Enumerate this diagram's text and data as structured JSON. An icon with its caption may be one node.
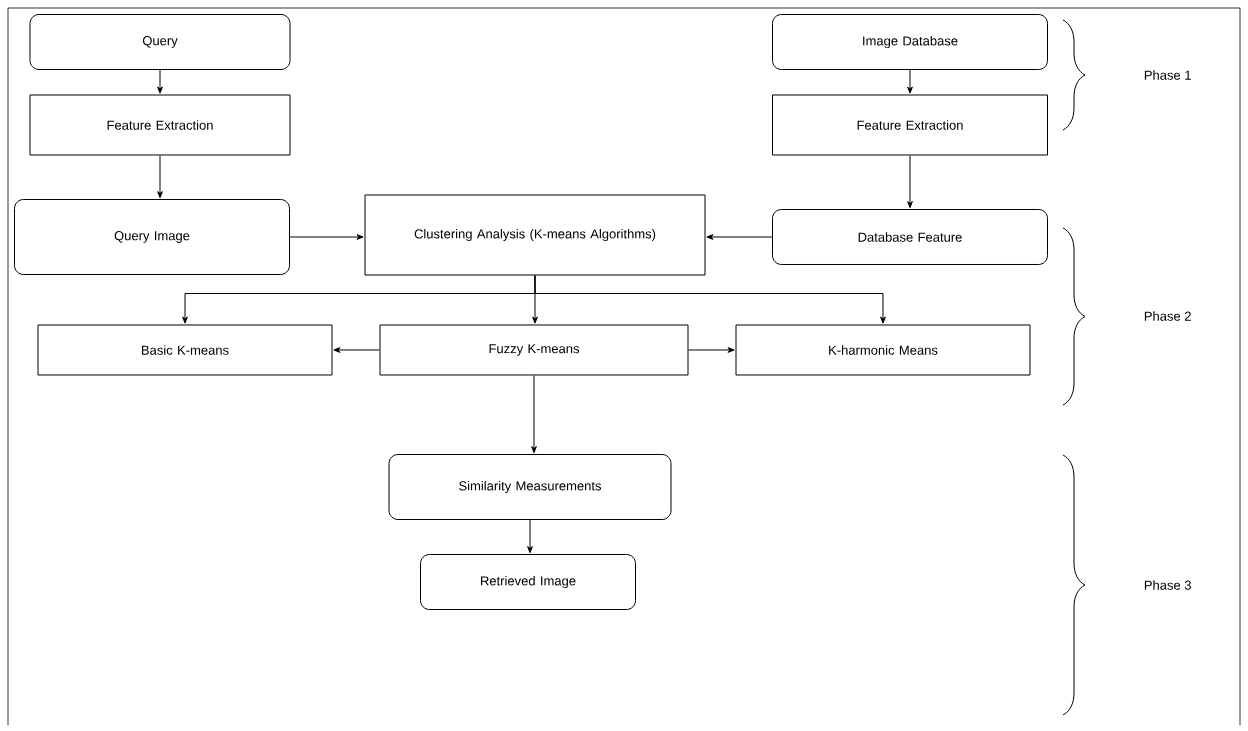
{
  "diagram": {
    "nodes": [
      {
        "text": [
          "Query"
        ]
      },
      {
        "text": [
          "Feature Extraction"
        ]
      },
      {
        "text": [
          "Query Image"
        ]
      },
      {
        "text": [
          "Clustering Analysis (K-means Algorithms)"
        ]
      },
      {
        "text": [
          "Image Database"
        ]
      },
      {
        "text": [
          "Feature Extraction"
        ]
      },
      {
        "text": [
          "Database Feature"
        ]
      },
      {
        "text": [
          "Basic K-means"
        ]
      },
      {
        "text": [
          "Fuzzy K-means"
        ]
      },
      {
        "text": [
          "K-harmonic Means"
        ]
      },
      {
        "text": [
          "Similarity Measurements"
        ]
      },
      {
        "text": [
          "Retrieved Image"
        ]
      }
    ],
    "edges": [
      {
        "from": 0,
        "to": 1,
        "arrow": "to"
      },
      {
        "from": 1,
        "to": 2,
        "arrow": "to"
      },
      {
        "from": 2,
        "to": 3,
        "arrow": "to"
      },
      {
        "from": 4,
        "to": 5,
        "arrow": "to"
      },
      {
        "from": 5,
        "to": 6,
        "arrow": "to"
      },
      {
        "from": 6,
        "to": 3,
        "arrow": "to"
      },
      {
        "from": 3,
        "to": 7,
        "arrow": "to"
      },
      {
        "from": 3,
        "to": 8,
        "arrow": "to"
      },
      {
        "from": 3,
        "to": 9,
        "arrow": "to"
      },
      {
        "from": 8,
        "to": 7,
        "arrow": "to"
      },
      {
        "from": 8,
        "to": 10,
        "arrow": "to"
      },
      {
        "from": 8,
        "to": 9,
        "arrow": "to"
      },
      {
        "from": 10,
        "to": 11,
        "arrow": "to"
      }
    ],
    "labels": [
      "Phase 1",
      "Phase 2",
      "Phase 3"
    ]
  }
}
